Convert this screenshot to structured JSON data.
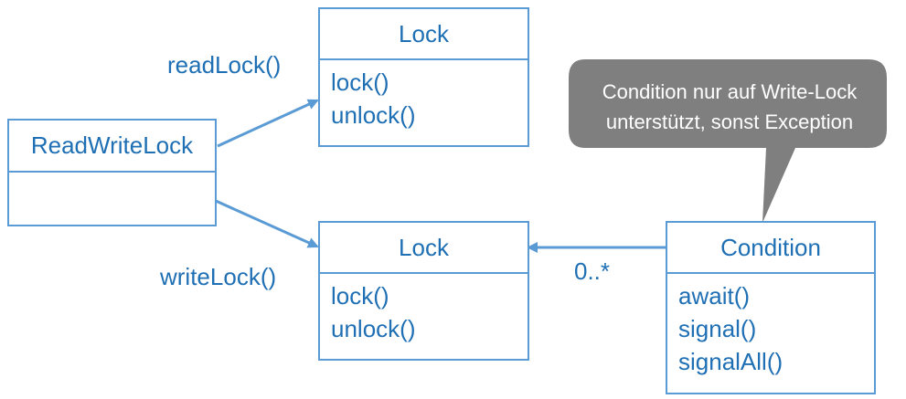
{
  "read_write_lock": {
    "title": "ReadWriteLock",
    "members": []
  },
  "read_lock_class": {
    "title": "Lock",
    "methods": [
      "lock()",
      "unlock()"
    ]
  },
  "write_lock_class": {
    "title": "Lock",
    "methods": [
      "lock()",
      "unlock()"
    ]
  },
  "condition_class": {
    "title": "Condition",
    "methods": [
      "await()",
      "signal()",
      "signalAll()"
    ]
  },
  "edges": {
    "read_lock_label": "readLock()",
    "write_lock_label": "writeLock()",
    "multiplicity": "0..*"
  },
  "callout": {
    "line1": "Condition nur auf Write-Lock",
    "line2": "unterstützt, sonst Exception"
  },
  "colors": {
    "line": "#5b9bd5",
    "text": "#1f6fb4",
    "callout_bg": "#7f7f7f",
    "callout_text": "#ffffff"
  }
}
